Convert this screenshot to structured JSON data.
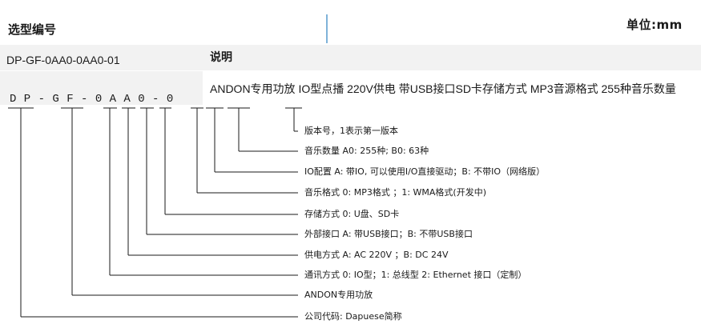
{
  "header": {
    "title": "选型编号",
    "unit": "单位:mm"
  },
  "code": {
    "model": "DP-GF-0AA0-0AA0-01",
    "spaced": "D P - G F - 0 A A 0 - 0"
  },
  "description": {
    "heading": "说明",
    "text": "ANDON专用功放 IO型点播 220V供电 带USB接口SD卡存储方式 MP3音源格式 255种音乐数量"
  },
  "callouts": [
    {
      "text": "版本号，1表示第一版本"
    },
    {
      "text": "音乐数量 A0: 255种; B0: 63种"
    },
    {
      "text": "IO配置    A: 带IO, 可以使用I/O直接驱动；B: 不带IO（网络版）"
    },
    {
      "text": "音乐格式 0: MP3格式 ；1: WMA格式(开发中)"
    },
    {
      "text": "存储方式 0: U盘、SD卡"
    },
    {
      "text": "外部接口 A: 带USB接口；B: 不带USB接口"
    },
    {
      "text": "供电方式 A: AC 220V ；B: DC 24V"
    },
    {
      "text": "通讯方式 0: IO型；1: 总线型 2: Ethernet 接口（定制）"
    },
    {
      "text": "ANDON专用功放"
    },
    {
      "text": "公司代码: Dapuese简称"
    }
  ],
  "colors": {
    "band": "#f2f2f2",
    "line": "#1a1a1a",
    "separator": "#7fb3d9"
  }
}
